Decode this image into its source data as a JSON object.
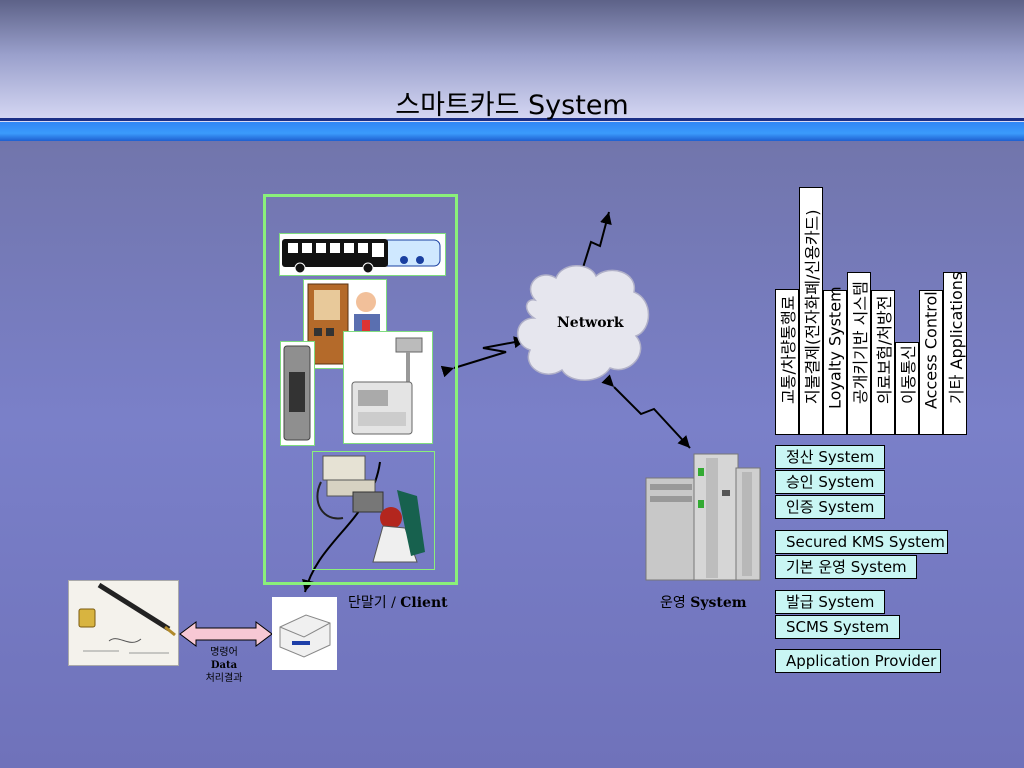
{
  "title": "스마트카드 System",
  "network_label": "Network",
  "client_label_kr": "단말기 / ",
  "client_label_en": "Client",
  "ops_label_kr": "운영 ",
  "ops_label_en": "System",
  "card_reader_labels": [
    "명령어",
    "Data",
    "처리결과"
  ],
  "application_bars": [
    "교통/차량통행료",
    "지불결제(전자화폐/신용카드)",
    "Loyalty System",
    "공개키기반 시스템",
    "의료보험/처방전",
    "이동통신",
    "Access Control",
    "기타 Applications"
  ],
  "system_boxes": [
    "정산 System",
    "승인 System",
    "인증 System",
    "Secured KMS System",
    "기본 운영 System",
    "발급 System",
    "SCMS System",
    "Application Provider"
  ],
  "colors": {
    "client_border": "#8af07a",
    "system_box_fill": "#c9f6f4",
    "header_bar": "#2f86f5",
    "arrow_pink": "#f7c8d4"
  }
}
